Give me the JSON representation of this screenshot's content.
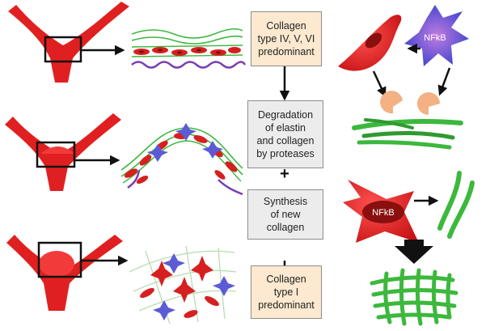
{
  "boxes": {
    "step1": "Collagen\ntype IV, V, VI\npredominant",
    "step2": "Degradation\nof elastin\nand collagen\nby proteases",
    "operator": "+",
    "step3": "Synthesis\nof new\ncollagen",
    "step4": "Collagen\ntype I\npredominant"
  },
  "cells": {
    "top_blue_label": "NFkB",
    "bottom_red_label": "NFkB"
  },
  "colors": {
    "vessel_red": "#e02020",
    "cell_blue": "#5b5bd6",
    "collagen_green": "#3cb83c",
    "elastin_purple": "#7a3fb0",
    "protease_peach": "#f3b184",
    "cream_box": "#fce9cf",
    "gray_box": "#ececec"
  }
}
